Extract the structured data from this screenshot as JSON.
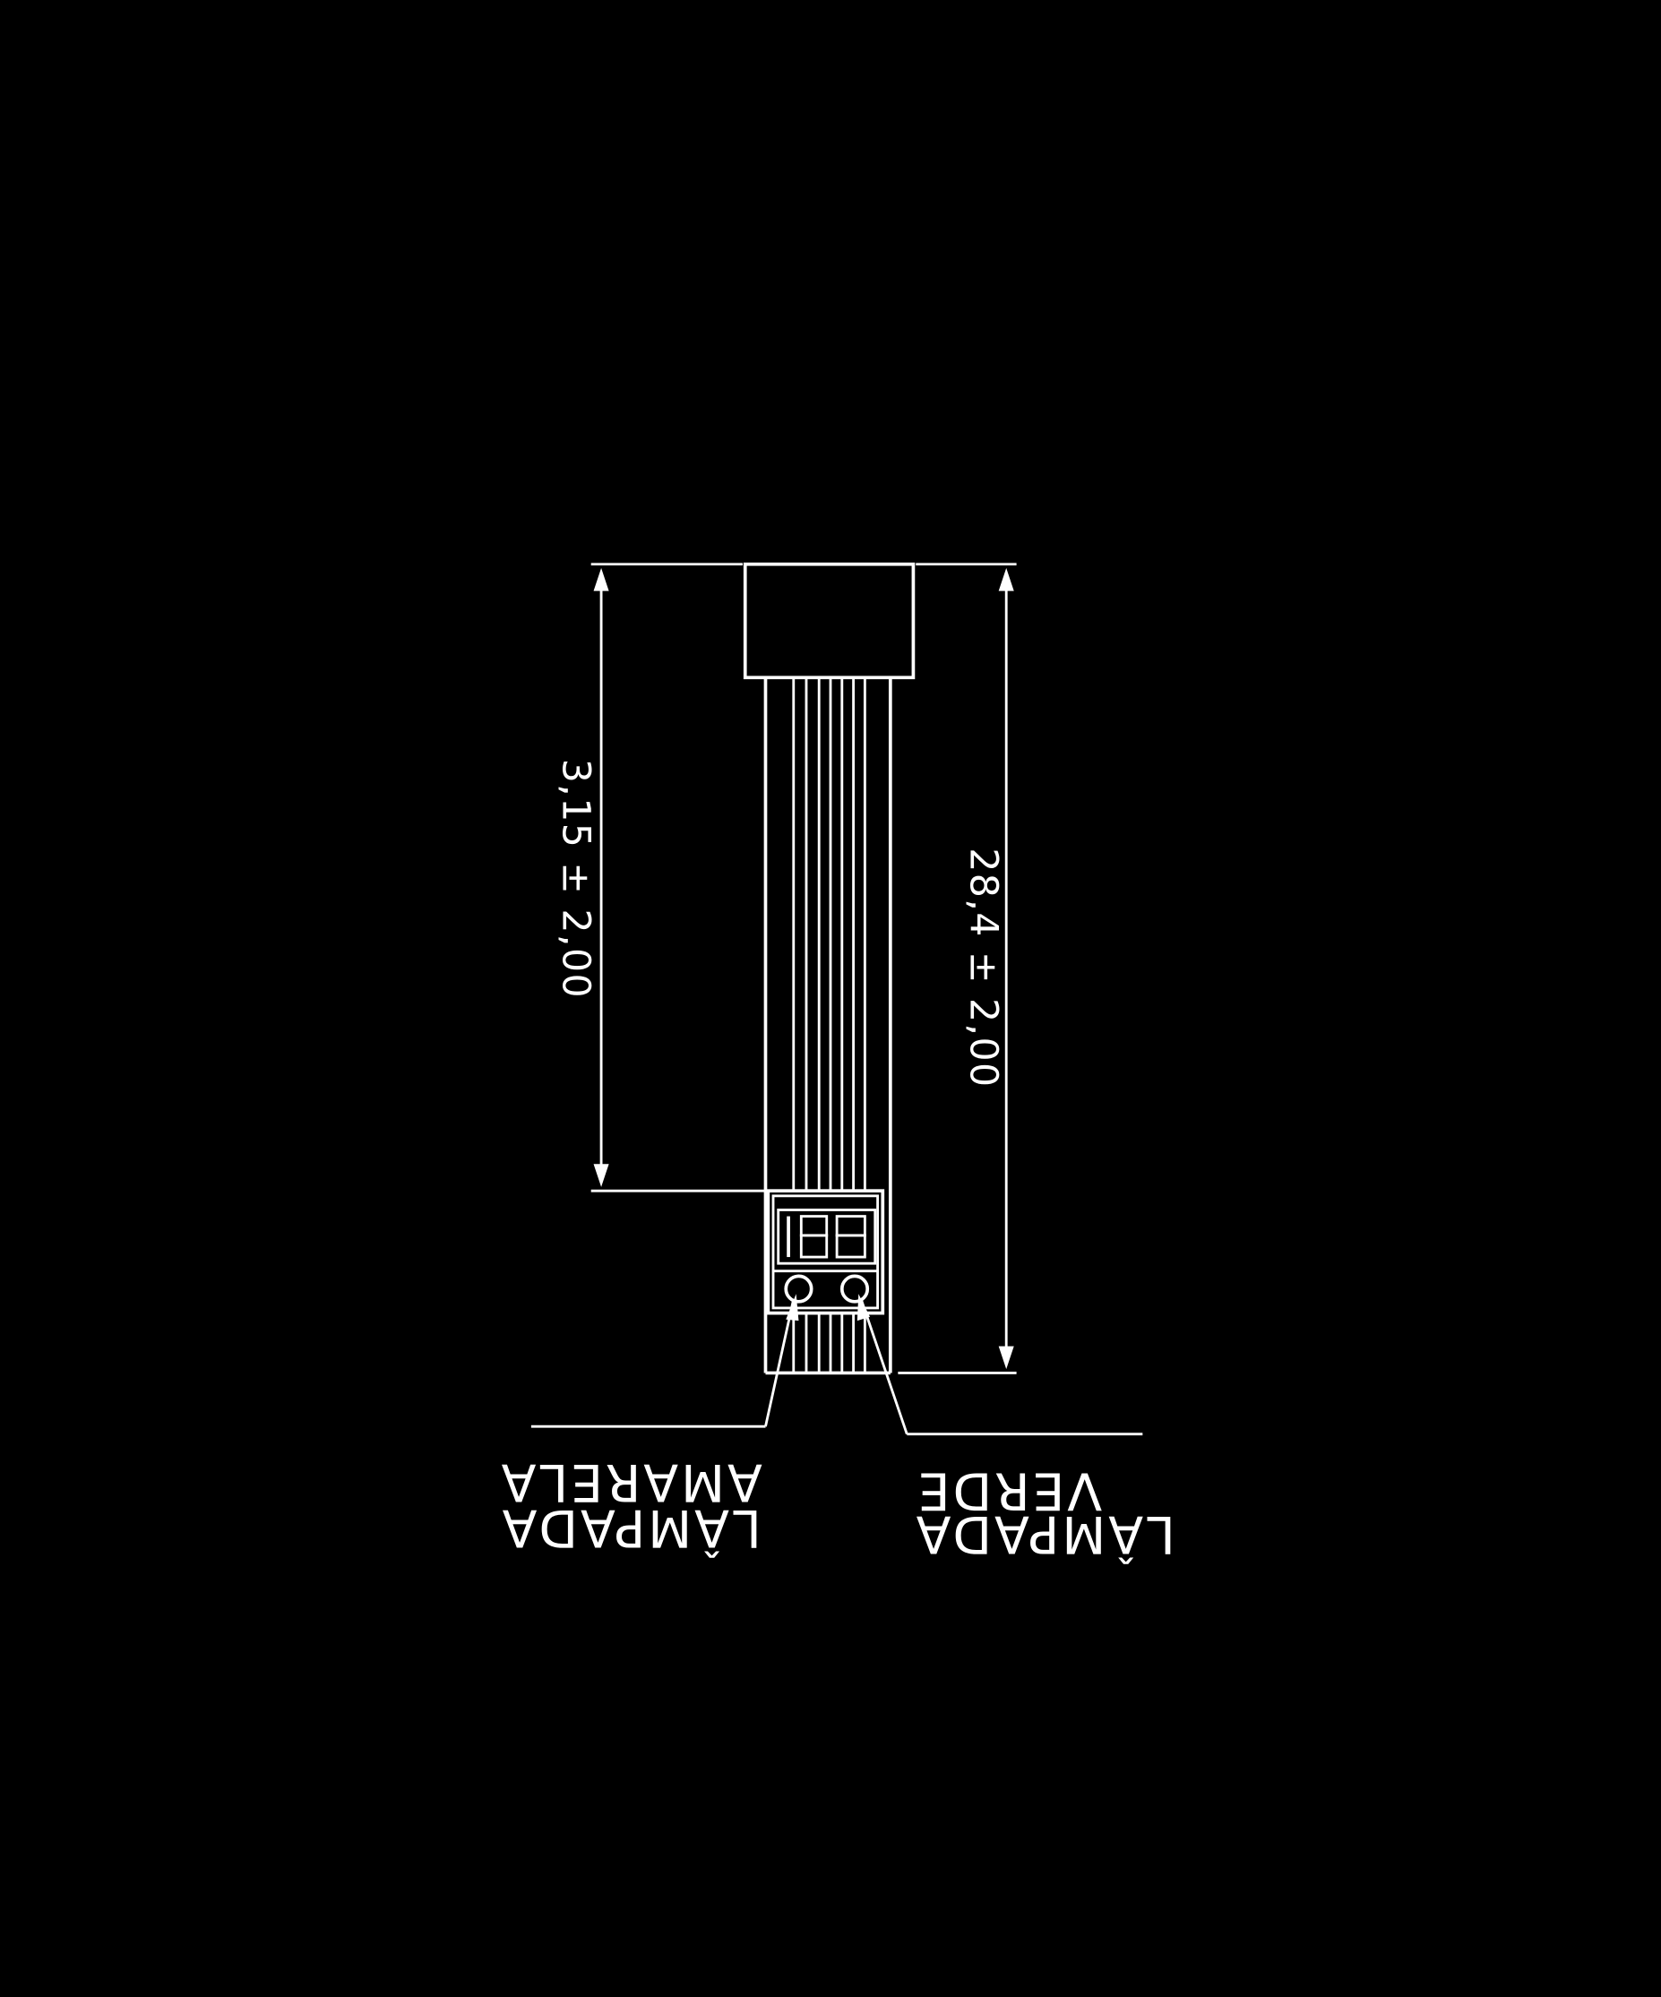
{
  "colors": {
    "background": "#000000",
    "ink": "#ffffff"
  },
  "dimensions": {
    "upper": "3,15 ± 2,00",
    "total": "28,4 ± 2,00"
  },
  "labels": {
    "yellow_lamp_line1": "LÂMPADA",
    "yellow_lamp_line2": "AMARELA",
    "green_lamp_line1": "LÂMPADA",
    "green_lamp_line2": "VERDE"
  },
  "display": {
    "digits": "188"
  }
}
